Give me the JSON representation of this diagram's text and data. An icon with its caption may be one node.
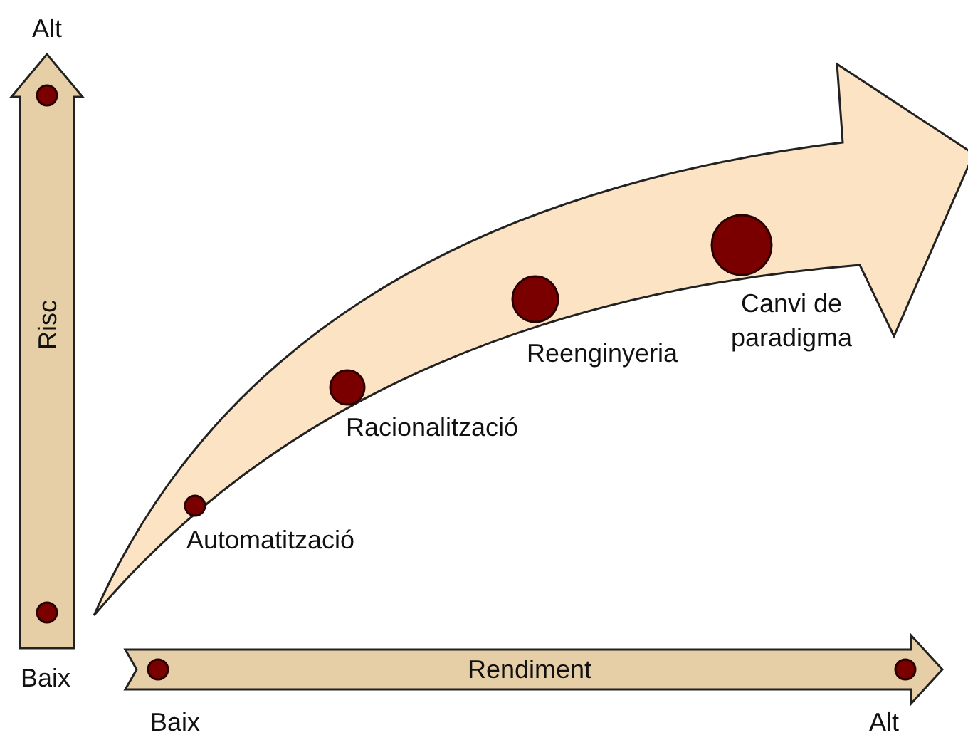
{
  "diagram": {
    "labels": [
      "Alt",
      "Risc",
      "Canvi de paradigma",
      "Reenginyeria",
      "Racionalització",
      "Automatització",
      "Baix",
      "Rendiment",
      "Baix",
      "Alt"
    ]
  }
}
